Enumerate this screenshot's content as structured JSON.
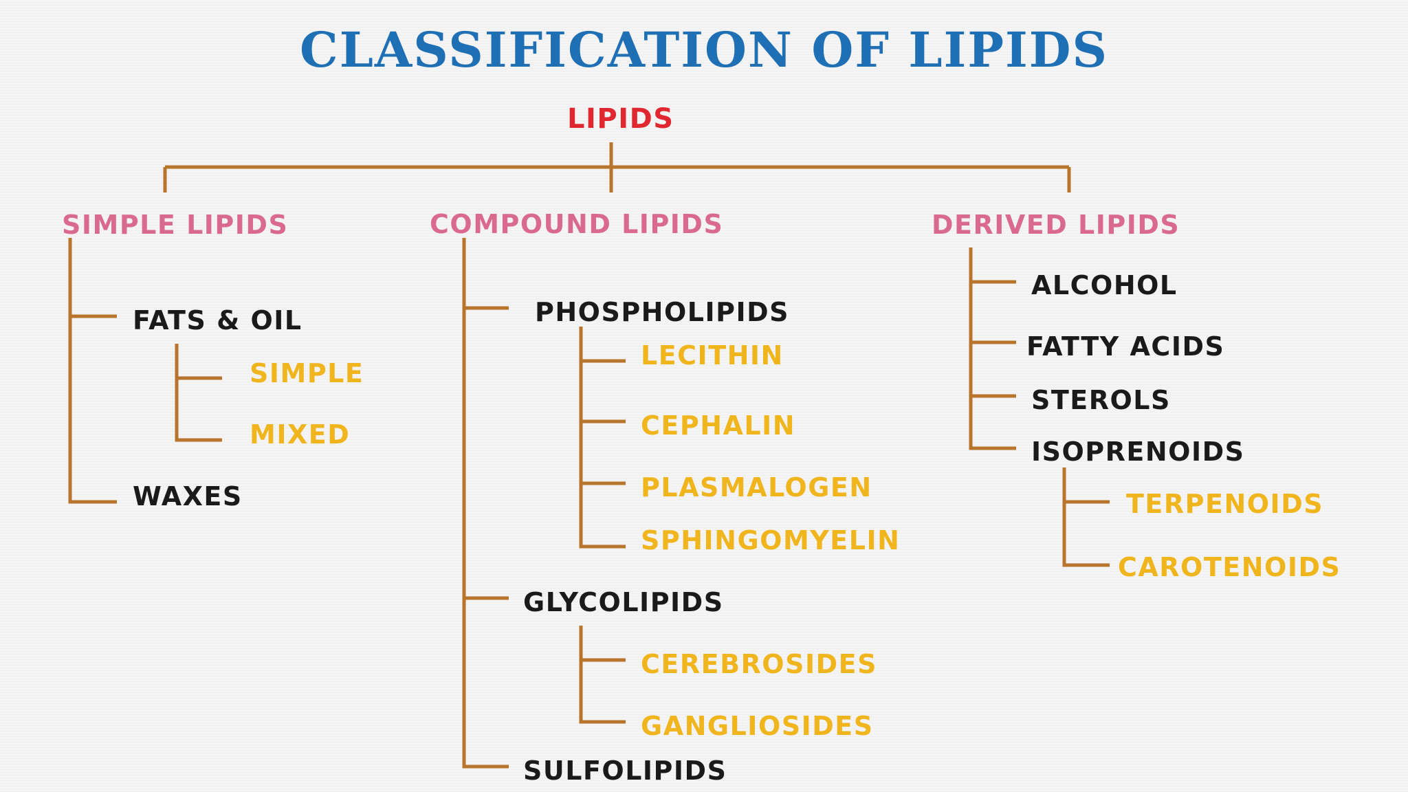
{
  "title": "CLASSIFICATION OF LIPIDS",
  "root": "LIPIDS",
  "categories": {
    "simple": {
      "label": "SIMPLE LIPIDS",
      "fats_oil": {
        "label": "FATS & OIL",
        "children": [
          "SIMPLE",
          "MIXED"
        ]
      },
      "waxes": "WAXES"
    },
    "compound": {
      "label": "COMPOUND LIPIDS",
      "phospholipids": {
        "label": "PHOSPHOLIPIDS",
        "children": [
          "LECITHIN",
          "CEPHALIN",
          "PLASMALOGEN",
          "SPHINGOMYELIN"
        ]
      },
      "glycolipids": {
        "label": "GLYCOLIPIDS",
        "children": [
          "CEREBROSIDES",
          "GANGLIOSIDES"
        ]
      },
      "sulfolipids": "SULFOLIPIDS"
    },
    "derived": {
      "label": "DERIVED LIPIDS",
      "items": [
        "ALCOHOL",
        "FATTY ACIDS",
        "STEROLS"
      ],
      "isoprenoids": {
        "label": "ISOPRENOIDS",
        "children": [
          "TERPENOIDS",
          "CAROTENOIDS"
        ]
      }
    }
  },
  "colors": {
    "title": "#1f6fb5",
    "root": "#e0262e",
    "category": "#d96a8e",
    "item": "#1a1a1a",
    "subitem": "#f0b41c",
    "connector": "#b8742a"
  }
}
